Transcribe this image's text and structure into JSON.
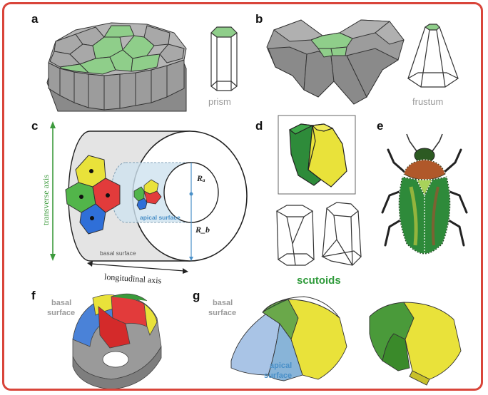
{
  "panels": {
    "a": {
      "letter": "a",
      "shape_label": "prism"
    },
    "b": {
      "letter": "b",
      "shape_label": "frustum"
    },
    "c": {
      "letter": "c",
      "transverse_axis": "transverse axis",
      "longitudinal_axis": "longitudinal axis",
      "basal_surface": "basal surface",
      "apical_surface": "apical surface",
      "Ra": "Rₐ",
      "Rb": "R_b"
    },
    "d": {
      "letter": "d",
      "shape_label": "scutoids"
    },
    "e": {
      "letter": "e"
    },
    "f": {
      "letter": "f",
      "basal_line1": "basal",
      "basal_line2": "surface"
    },
    "g": {
      "letter": "g",
      "basal_line1": "basal",
      "basal_line2": "surface",
      "apical_line1": "apical",
      "apical_line2": "surface"
    }
  },
  "colors": {
    "frame": "#d9453a",
    "green_axis": "#3c9a3c",
    "scutoid_green": "#2e8b3a",
    "scutoid_yellow": "#e9e23a",
    "apical_blue": "#4a90c8"
  }
}
